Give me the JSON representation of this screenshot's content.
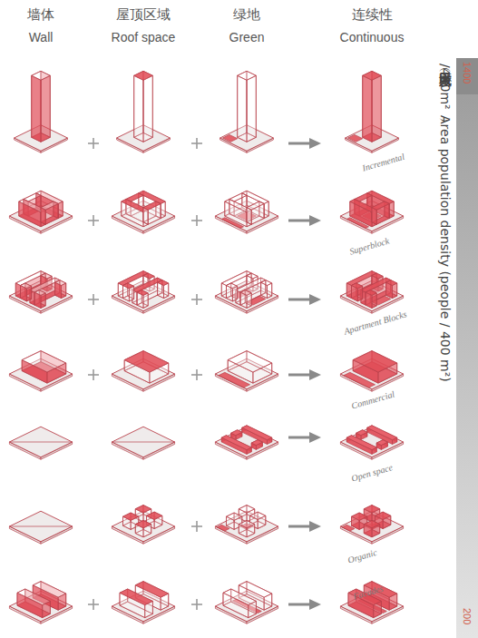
{
  "diagram": {
    "labels": [
      "墙体",
      "Wall",
      "屋顶区域",
      "Roof space",
      "绿地",
      "Green",
      "连续性",
      "Continuous",
      "Incremental",
      "Superblock",
      "Apartment Blocks",
      "Commercial",
      "Open space",
      "Organic",
      "Facades",
      "1400",
      "区域人口密度（人/400m²）",
      "Area population density (people / 400 m²)",
      "200"
    ]
  }
}
